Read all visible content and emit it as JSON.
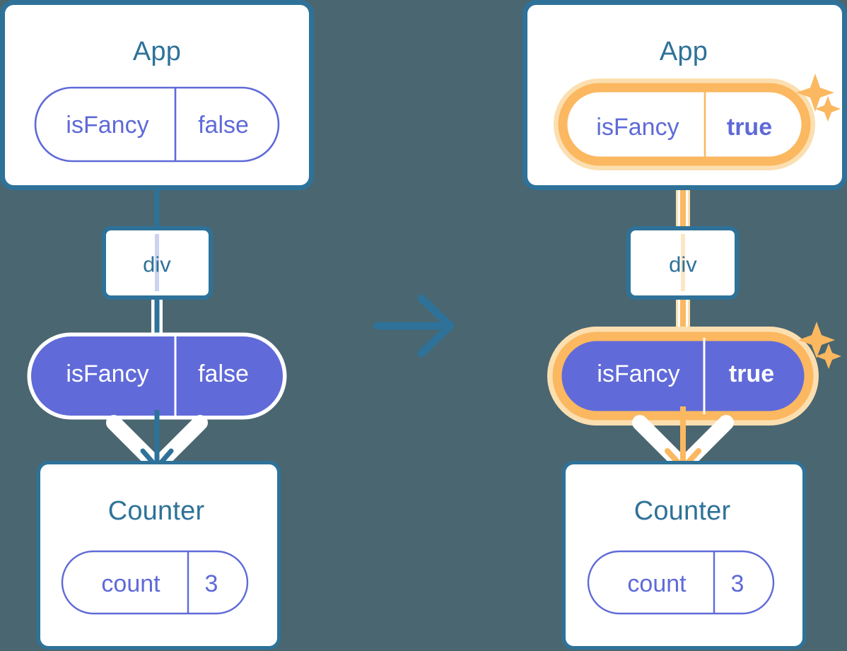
{
  "diagram": {
    "title_semantic": "react-state-propagation-before-after",
    "background_color": "#4a6670",
    "colors": {
      "border_blue": "#2e7299",
      "text_blue": "#2e7299",
      "purple": "#5f6ad8",
      "purple_fill": "#606ad8",
      "orange": "#fbb860",
      "orange_light": "#fcdfb0",
      "white": "#ffffff",
      "lavender_line": "#ccd3f0"
    },
    "transition_arrow": {
      "icon": "arrow-right-icon",
      "color": "#2e7299",
      "direction": "right"
    },
    "panels": [
      {
        "id": "before",
        "app": {
          "title": "App",
          "state": {
            "key": "isFancy",
            "value": "false",
            "style": "outline",
            "highlighted": false,
            "value_bold": false
          }
        },
        "div": {
          "label": "div",
          "line_color": "#ccd3f0"
        },
        "props_pill": {
          "key": "isFancy",
          "value": "false",
          "style": "filled",
          "highlighted": false,
          "value_bold": false
        },
        "counter": {
          "title": "Counter",
          "state": {
            "key": "count",
            "value": "3",
            "style": "outline",
            "highlighted": false,
            "value_bold": false
          }
        },
        "connector_color": "#2e7299",
        "arrow_color": "#2e7299",
        "sparkles": []
      },
      {
        "id": "after",
        "app": {
          "title": "App",
          "state": {
            "key": "isFancy",
            "value": "true",
            "style": "outline",
            "highlighted": true,
            "value_bold": true
          }
        },
        "div": {
          "label": "div",
          "line_color": "#fde6c4"
        },
        "props_pill": {
          "key": "isFancy",
          "value": "true",
          "style": "filled",
          "highlighted": true,
          "value_bold": true
        },
        "counter": {
          "title": "Counter",
          "state": {
            "key": "count",
            "value": "3",
            "style": "outline",
            "highlighted": false,
            "value_bold": false
          }
        },
        "connector_color": "#fbb860",
        "arrow_color": "#fbb860",
        "sparkles": [
          {
            "name": "sparkle-large-icon",
            "size": "large"
          },
          {
            "name": "sparkle-small-icon",
            "size": "small"
          }
        ]
      }
    ]
  }
}
